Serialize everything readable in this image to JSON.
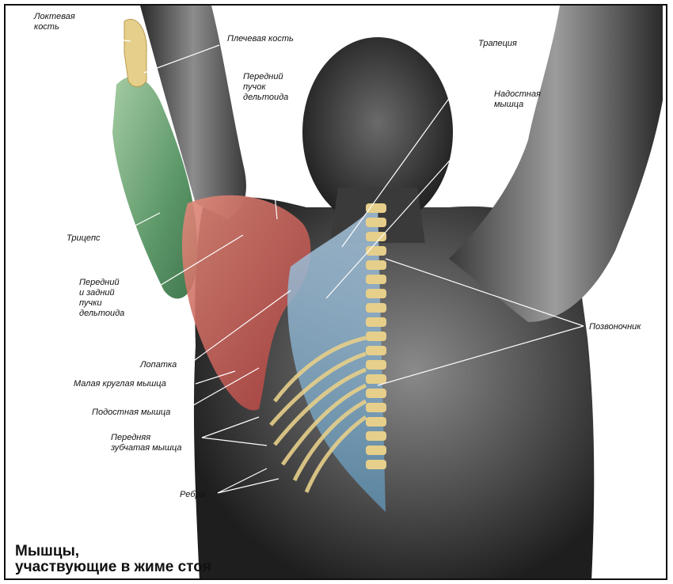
{
  "title": {
    "line1": "Мышцы,",
    "line2": "участвующие в жиме стоя"
  },
  "labels": {
    "ulna": "Локтевая\nкость",
    "humerus": "Плечевая кость",
    "anterior_deltoid": "Передний\nпучок\nдельтоида",
    "trapezius": "Трапеция",
    "supraspinatus": "Надостная\nмышца",
    "triceps": "Трицепс",
    "front_rear_deltoid": "Передний\nи задний\nпучки\nдельтоида",
    "spine": "Позвоночник",
    "scapula": "Лопатка",
    "teres_minor": "Малая круглая мышца",
    "infraspinatus": "Подостная мышца",
    "serratus_anterior": "Передняя\nзубчатая мышца",
    "ribs": "Ребра"
  },
  "colors": {
    "background": "#ffffff",
    "border": "#111111",
    "skin_shadow": "#2b2b2b",
    "skin_light": "#9a9a9a",
    "triceps_green": "#5fa06a",
    "deltoid_red": "#c85a55",
    "trapezius_blue": "#7fa6c8",
    "bone": "#e6cf8a",
    "leader_line": "#ffffff"
  }
}
